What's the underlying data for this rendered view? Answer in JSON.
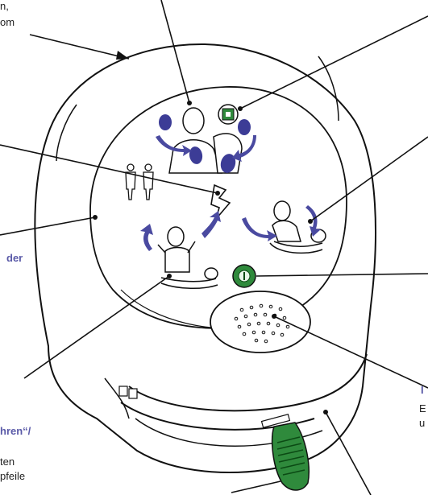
{
  "labels": {
    "top_left_1": "n,",
    "top_left_2": "om",
    "left_mid": "der",
    "left_low": "hren“/",
    "bottom_left_1": "ten",
    "bottom_left_2": "pfeile",
    "right_low_1": "I",
    "right_low_2": "E",
    "right_low_3": "u"
  },
  "colors": {
    "outline": "#111111",
    "arrow_blue": "#4a4aa0",
    "pad_blue": "#3c3c96",
    "button_green": "#2f8a3c",
    "label_blue": "#5a5aa8",
    "handle_green": "#2f8a3c"
  },
  "icons": [
    "device-body",
    "adult-child-icon",
    "shock-lightning-icon",
    "pad-placement-figure",
    "cpr-figure",
    "rescuer-figure",
    "status-indicator-icon",
    "shock-button",
    "speaker-grille",
    "pad-cartridge-handle"
  ]
}
